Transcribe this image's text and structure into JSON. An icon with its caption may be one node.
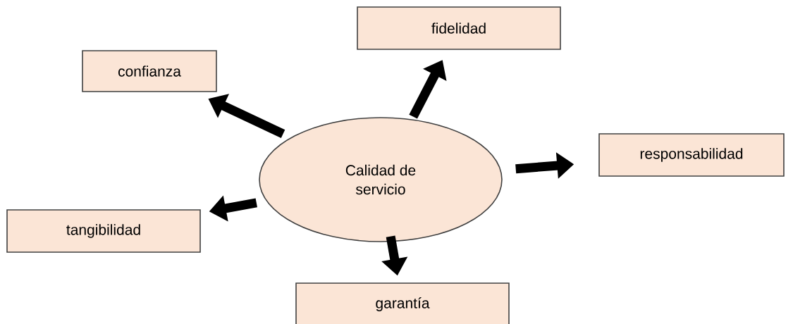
{
  "diagram": {
    "nodes": [
      {
        "text": [
          "Calidad de servicio"
        ]
      },
      {
        "text": [
          "fidelidad"
        ]
      },
      {
        "text": [
          "confianza"
        ]
      },
      {
        "text": [
          "responsabilidad"
        ]
      },
      {
        "text": [
          "tangibilidad"
        ]
      },
      {
        "text": [
          "garantía"
        ]
      }
    ],
    "edges": [
      {
        "from": 0,
        "to": 1,
        "arrow": "to"
      },
      {
        "from": 0,
        "to": 2,
        "arrow": "to"
      },
      {
        "from": 0,
        "to": 3,
        "arrow": "to"
      },
      {
        "from": 0,
        "to": 4,
        "arrow": "to"
      },
      {
        "from": 0,
        "to": 5,
        "arrow": "to"
      }
    ]
  }
}
